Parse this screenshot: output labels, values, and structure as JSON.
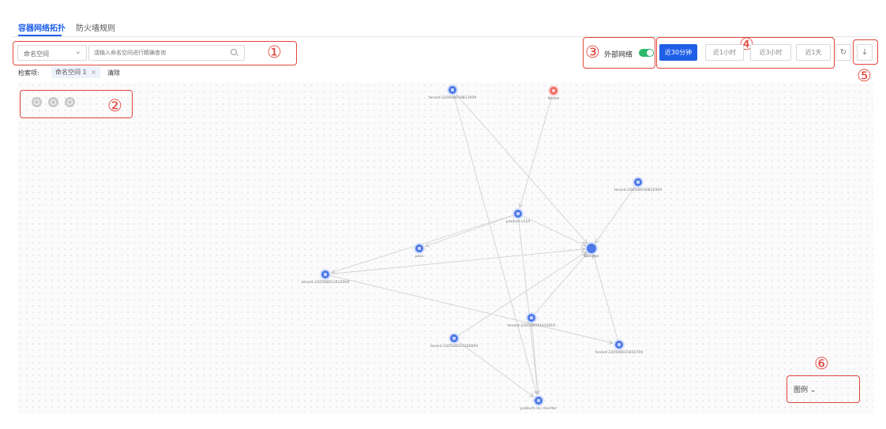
{
  "tabs": [
    {
      "label": "容器网络拓扑",
      "active": true
    },
    {
      "label": "防火墙规则",
      "active": false
    }
  ],
  "filter": {
    "namespace_select": "命名空间",
    "search_placeholder": "请输入命名空间进行精确查询",
    "filter_label": "检索项:",
    "filter_tag": "命名空间 1",
    "clear_label": "清除"
  },
  "external_network": {
    "label": "外部网络",
    "enabled": true
  },
  "time_range": {
    "options": [
      "近30分钟",
      "近1小时",
      "近3小时",
      "近1天"
    ],
    "selected": "近30分钟"
  },
  "legend_label": "图例",
  "annotations": [
    "①",
    "②",
    "③",
    "④",
    "⑤",
    "⑥"
  ],
  "colors": {
    "accent": "#1f5fe8",
    "toggle_on": "#2cb96c",
    "node": "#4d78e6",
    "node_alert": "#f06b64",
    "annotation": "#e2463c"
  },
  "graph": {
    "nodes": [
      {
        "id": "t0810",
        "label": "tenant-220508010811000",
        "color": "blue"
      },
      {
        "id": "nodes",
        "label": "Nodes",
        "color": "red"
      },
      {
        "id": "t0830",
        "label": "tenant-220508030810300",
        "color": "blue"
      },
      {
        "id": "pv114",
        "label": "product-v114",
        "color": "blue"
      },
      {
        "id": "pase",
        "label": "pase",
        "color": "blue"
      },
      {
        "id": "external",
        "label": "External",
        "color": "blue"
      },
      {
        "id": "t0111",
        "label": "tenant-220508011610300",
        "color": "blue"
      },
      {
        "id": "t0141",
        "label": "tenant-220508031410410",
        "color": "blue"
      },
      {
        "id": "t0212",
        "label": "tenant-220508021200000",
        "color": "blue"
      },
      {
        "id": "t0381",
        "label": "tenant-220508031810700",
        "color": "blue"
      },
      {
        "id": "pcm",
        "label": "product-csc monitor",
        "color": "blue"
      }
    ],
    "edges": [
      [
        "t0810",
        "external"
      ],
      [
        "t0810",
        "pcm"
      ],
      [
        "nodes",
        "pv114"
      ],
      [
        "t0830",
        "external"
      ],
      [
        "pv114",
        "pase"
      ],
      [
        "pv114",
        "t0111"
      ],
      [
        "pv114",
        "external"
      ],
      [
        "pv114",
        "pcm"
      ],
      [
        "t0111",
        "external"
      ],
      [
        "t0111",
        "t0381"
      ],
      [
        "t0141",
        "external"
      ],
      [
        "t0141",
        "pcm"
      ],
      [
        "t0212",
        "external"
      ],
      [
        "t0212",
        "pcm"
      ],
      [
        "t0381",
        "external"
      ]
    ]
  }
}
